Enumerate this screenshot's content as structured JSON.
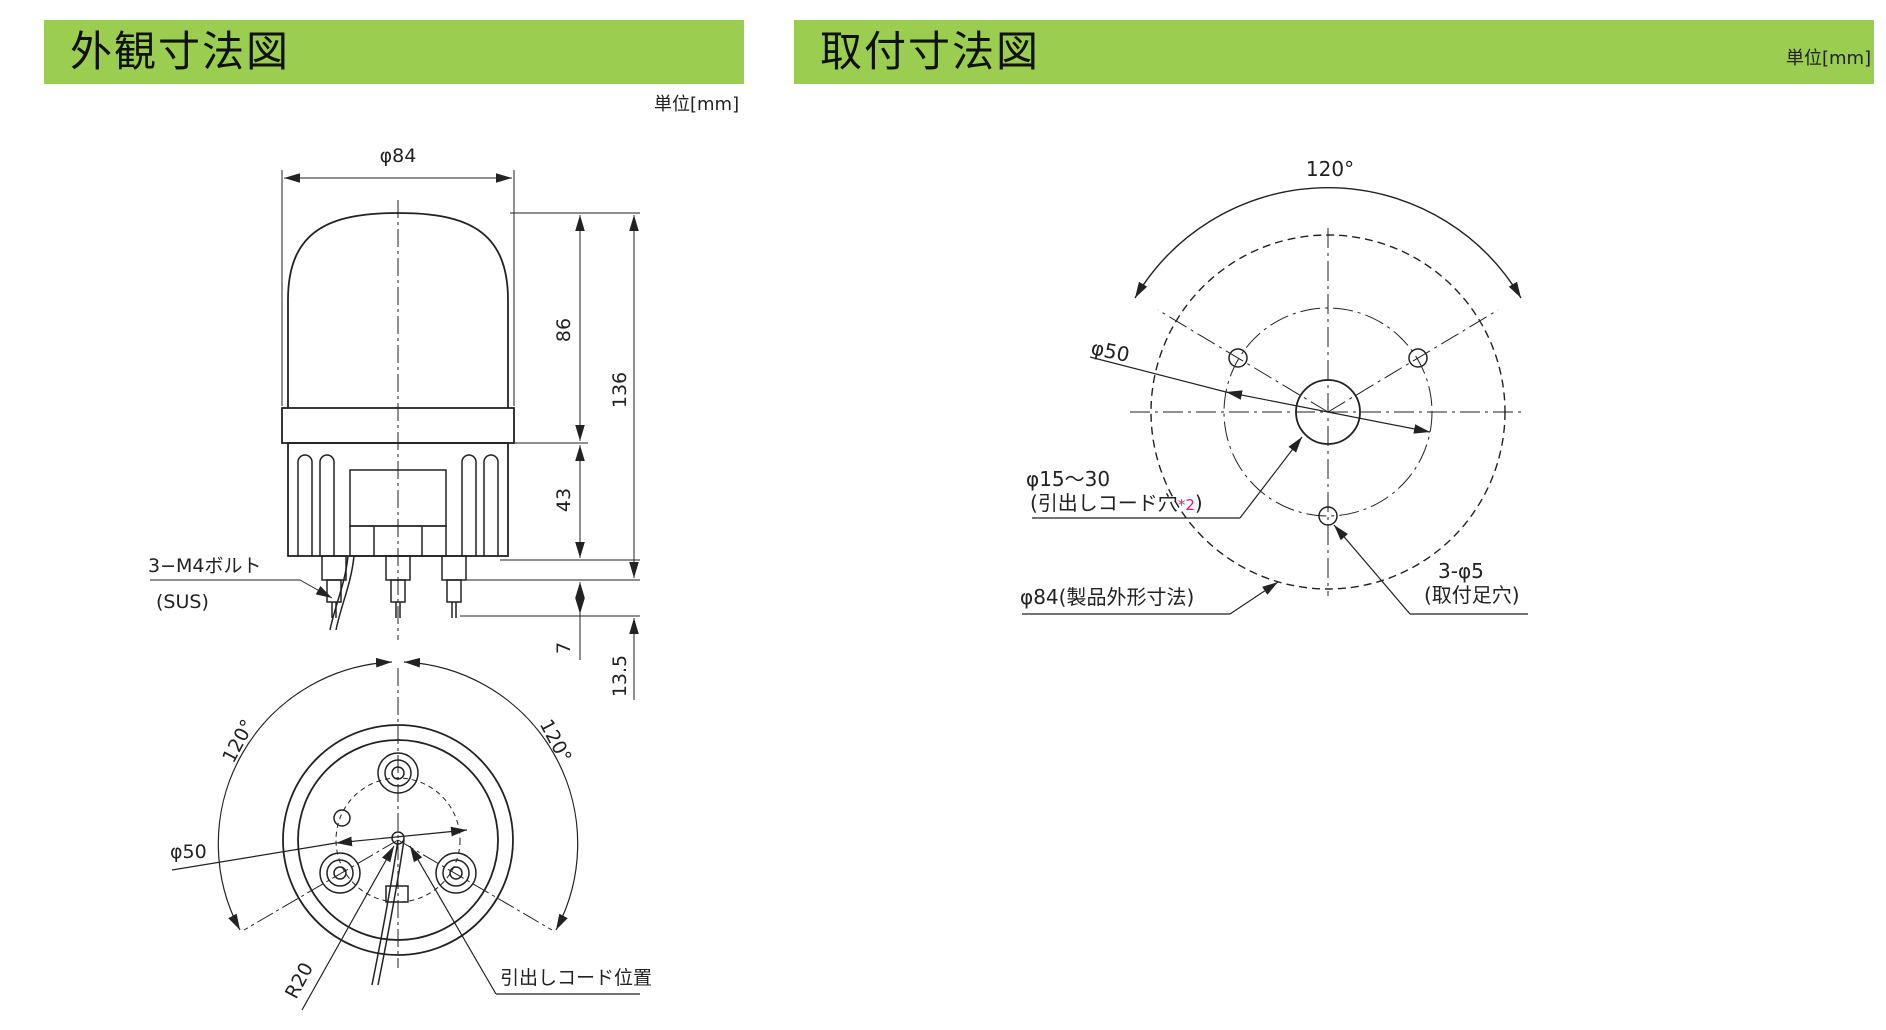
{
  "left_panel": {
    "title": "外観寸法図",
    "unit": "単位[mm]",
    "labels": {
      "diameter": "φ84",
      "height_top": "86",
      "height_total": "136",
      "height_base": "43",
      "stud_len": "7",
      "stud_total": "13.5",
      "bolt": "3−M4ボルト",
      "bolt_material": "(SUS)",
      "angle_left": "120°",
      "angle_right": "120°",
      "pcd": "φ50",
      "radius": "R20",
      "cord_position": "引出しコード位置"
    }
  },
  "right_panel": {
    "title": "取付寸法図",
    "unit": "単位[mm]",
    "labels": {
      "angle": "120°",
      "pcd": "φ50",
      "cord_hole": "φ15〜30",
      "cord_hole_note": "(引出しコード穴",
      "cord_hole_mark": "*2",
      "cord_hole_close": ")",
      "product_outline": "φ84(製品外形寸法)",
      "mount_holes": "3-φ5",
      "mount_holes_note": "(取付足穴)"
    }
  },
  "colors": {
    "header": "#9acd50",
    "line": "#222222",
    "note_mark": "#d0207a"
  }
}
